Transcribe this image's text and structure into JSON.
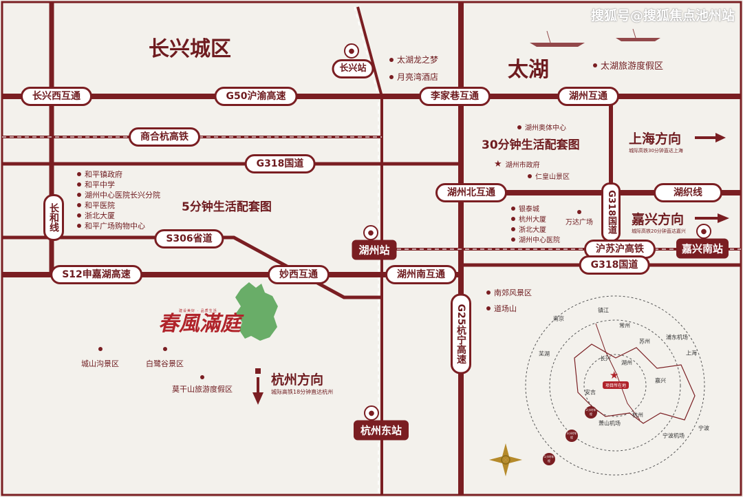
{
  "watermark": "搜狐号@搜狐焦点池州站",
  "districts": {
    "changxing": "长兴城区",
    "taihu": "太湖"
  },
  "roads": {
    "changxing_west_interchange": "长兴西互通",
    "g50": "G50沪渝高速",
    "lijiaxiang_interchange": "李家巷互通",
    "huzhou_interchange": "湖州互通",
    "shanghe_hang_hsr": "商合杭高铁",
    "g318_top": "G318国道",
    "g318_vertical": "G318国道",
    "huzhou_north_interchange": "湖州北互通",
    "huzhi_line": "湖织线",
    "changhe_line": "长和线",
    "s306": "S306省道",
    "husuhu_hsr": "沪苏沪高铁",
    "g318_right": "G318国道",
    "s12": "S12申嘉湖高速",
    "miaoxi_interchange": "妙西互通",
    "huzhou_south_interchange": "湖州南互通",
    "g25": "G25杭宁高速"
  },
  "stations": {
    "changxing": "长兴站",
    "huzhou": "湖州站",
    "jiaxing_south": "嘉兴南站",
    "hangzhou_east": "杭州东站"
  },
  "taihu_pois": [
    "太湖龙之梦",
    "月亮湾酒店"
  ],
  "taihu_resort": "太湖旅游度假区",
  "life_circle_30": {
    "title": "30分钟生活配套图",
    "sports_center": "湖州奥体中心",
    "city_gov": "湖州市政府",
    "renhuangshan": "仁皇山景区",
    "list": [
      "银泰城",
      "杭州大厦",
      "浙北大厦",
      "湖州中心医院"
    ],
    "wanda": "万达广场"
  },
  "life_circle_5": {
    "title": "5分钟生活配套图",
    "list": [
      "和平镇政府",
      "和平中学",
      "湖州中心医院长兴分院",
      "和平医院",
      "浙北大厦",
      "和平广场购物中心"
    ]
  },
  "directions": {
    "shanghai": "上海方向",
    "shanghai_note": "城际高铁30分钟直达上海",
    "jiaxing": "嘉兴方向",
    "jiaxing_note": "城际高铁20分钟直达嘉兴",
    "hangzhou": "杭州方向",
    "hangzhou_note": "城际高铁18分钟直达杭州"
  },
  "project": {
    "logo_text": "春風滿庭",
    "logo_subtitle": "建设美好 · 品质生活"
  },
  "scenic": {
    "chengshangou": "城山沟景区",
    "baiguigu": "白鹭谷景区",
    "moganshan": "莫干山旅游度假区",
    "nanjiao": "南郊风景区",
    "daochangshan": "道场山"
  },
  "regional_map": {
    "cities": [
      "南京",
      "镇江",
      "常州",
      "苏州",
      "浦东机场",
      "上海",
      "芜湖",
      "长兴",
      "湖州",
      "嘉兴",
      "安吉",
      "杭州",
      "萧山机场",
      "宁波",
      "宁波机场"
    ],
    "project_label": "项目所在地",
    "time_badges": [
      "2小时车程",
      "3小时车程",
      "1小时车程"
    ]
  },
  "colors": {
    "road": "#7a1e22",
    "background": "#f3f1ec",
    "logo_red": "#b0232a",
    "tree_green": "#5aa55a"
  }
}
